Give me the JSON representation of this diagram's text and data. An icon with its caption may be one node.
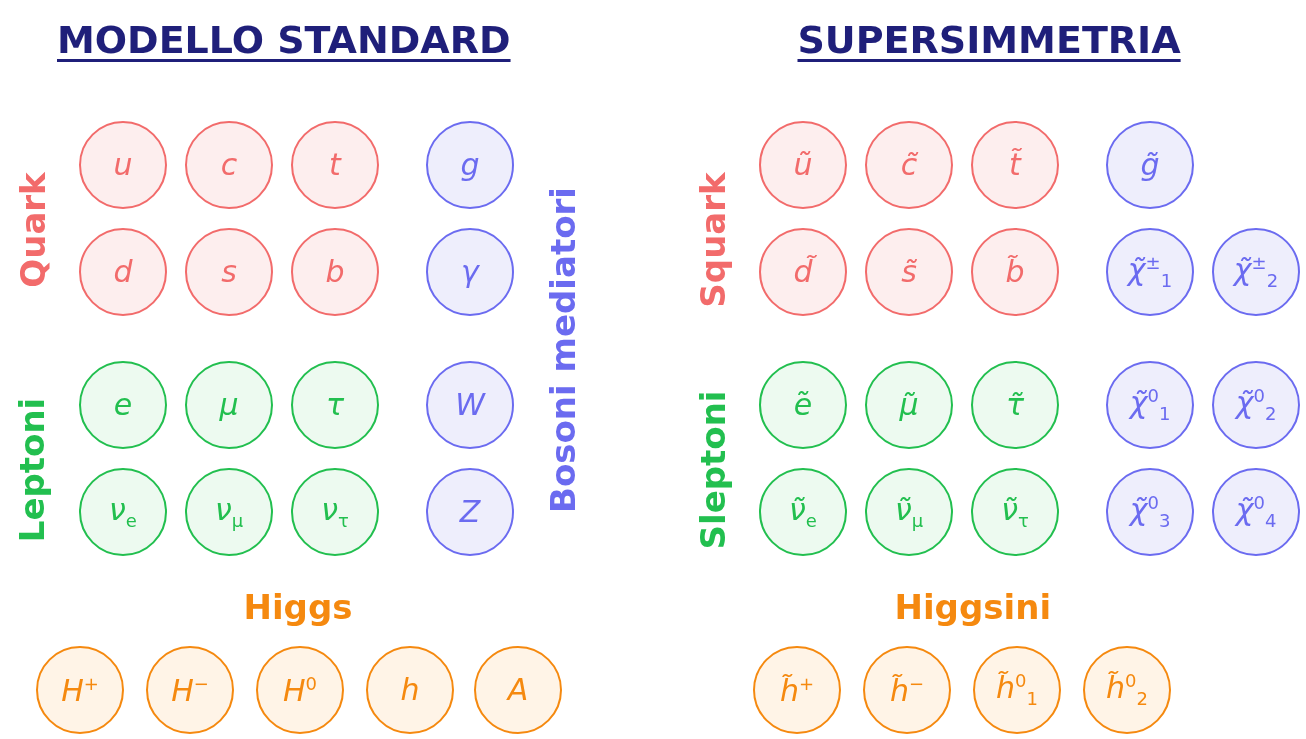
{
  "diagram": {
    "nodes": [
      {
        "text": [
          "u"
        ]
      },
      {
        "text": [
          "c"
        ]
      },
      {
        "text": [
          "t"
        ]
      },
      {
        "text": [
          "g"
        ]
      },
      {
        "text": [
          "d"
        ]
      },
      {
        "text": [
          "s"
        ]
      },
      {
        "text": [
          "b"
        ]
      },
      {
        "text": [
          "γ"
        ]
      },
      {
        "text": [
          "e"
        ]
      },
      {
        "text": [
          "μ"
        ]
      },
      {
        "text": [
          "τ"
        ]
      },
      {
        "text": [
          "W"
        ]
      },
      {
        "text": [
          "ν$_{e}$"
        ]
      },
      {
        "text": [
          "ν$_{μ}$"
        ]
      },
      {
        "text": [
          "ν$_{τ}$"
        ]
      },
      {
        "text": [
          "Z"
        ]
      },
      {
        "text": [
          "H$^{+}$"
        ]
      },
      {
        "text": [
          "H$^{−}$"
        ]
      },
      {
        "text": [
          "H$^{0}$"
        ]
      },
      {
        "text": [
          "h"
        ]
      },
      {
        "text": [
          "A"
        ]
      },
      {
        "text": [
          "ũ"
        ]
      },
      {
        "text": [
          "c̃"
        ]
      },
      {
        "text": [
          "t̃"
        ]
      },
      {
        "text": [
          "g̃"
        ]
      },
      {
        "text": [
          "d̃"
        ]
      },
      {
        "text": [
          "s̃"
        ]
      },
      {
        "text": [
          "b̃"
        ]
      },
      {
        "text": [
          "χ̃$^{±}$$_{1}$"
        ]
      },
      {
        "text": [
          "χ̃$^{±}$$_{2}$"
        ]
      },
      {
        "text": [
          "ẽ"
        ]
      },
      {
        "text": [
          "μ̃"
        ]
      },
      {
        "text": [
          "τ̃"
        ]
      },
      {
        "text": [
          "χ̃$^{0}$$_{1}$"
        ]
      },
      {
        "text": [
          "χ̃$^{0}$$_{2}$"
        ]
      },
      {
        "text": [
          "ν̃$_{e}$"
        ]
      },
      {
        "text": [
          "ν̃$_{μ}$"
        ]
      },
      {
        "text": [
          "ν̃$_{τ}$"
        ]
      },
      {
        "text": [
          "χ̃$^{0}$$_{3}$"
        ]
      },
      {
        "text": [
          "χ̃$^{0}$$_{4}$"
        ]
      },
      {
        "text": [
          "h̃$^{+}$"
        ]
      },
      {
        "text": [
          "h̃$^{−}$"
        ]
      },
      {
        "text": [
          "h̃$^{0}$$_{1}$"
        ]
      },
      {
        "text": [
          "h̃$^{0}$$_{2}$"
        ]
      }
    ],
    "labels": [
      "MODELLO STANDARD",
      "SUPERSIMMETRIA",
      "Quark",
      "Bosoni mediatori",
      "Squark",
      "Leptoni",
      "Sleptoni",
      "Higgs",
      "Higgsini"
    ]
  }
}
